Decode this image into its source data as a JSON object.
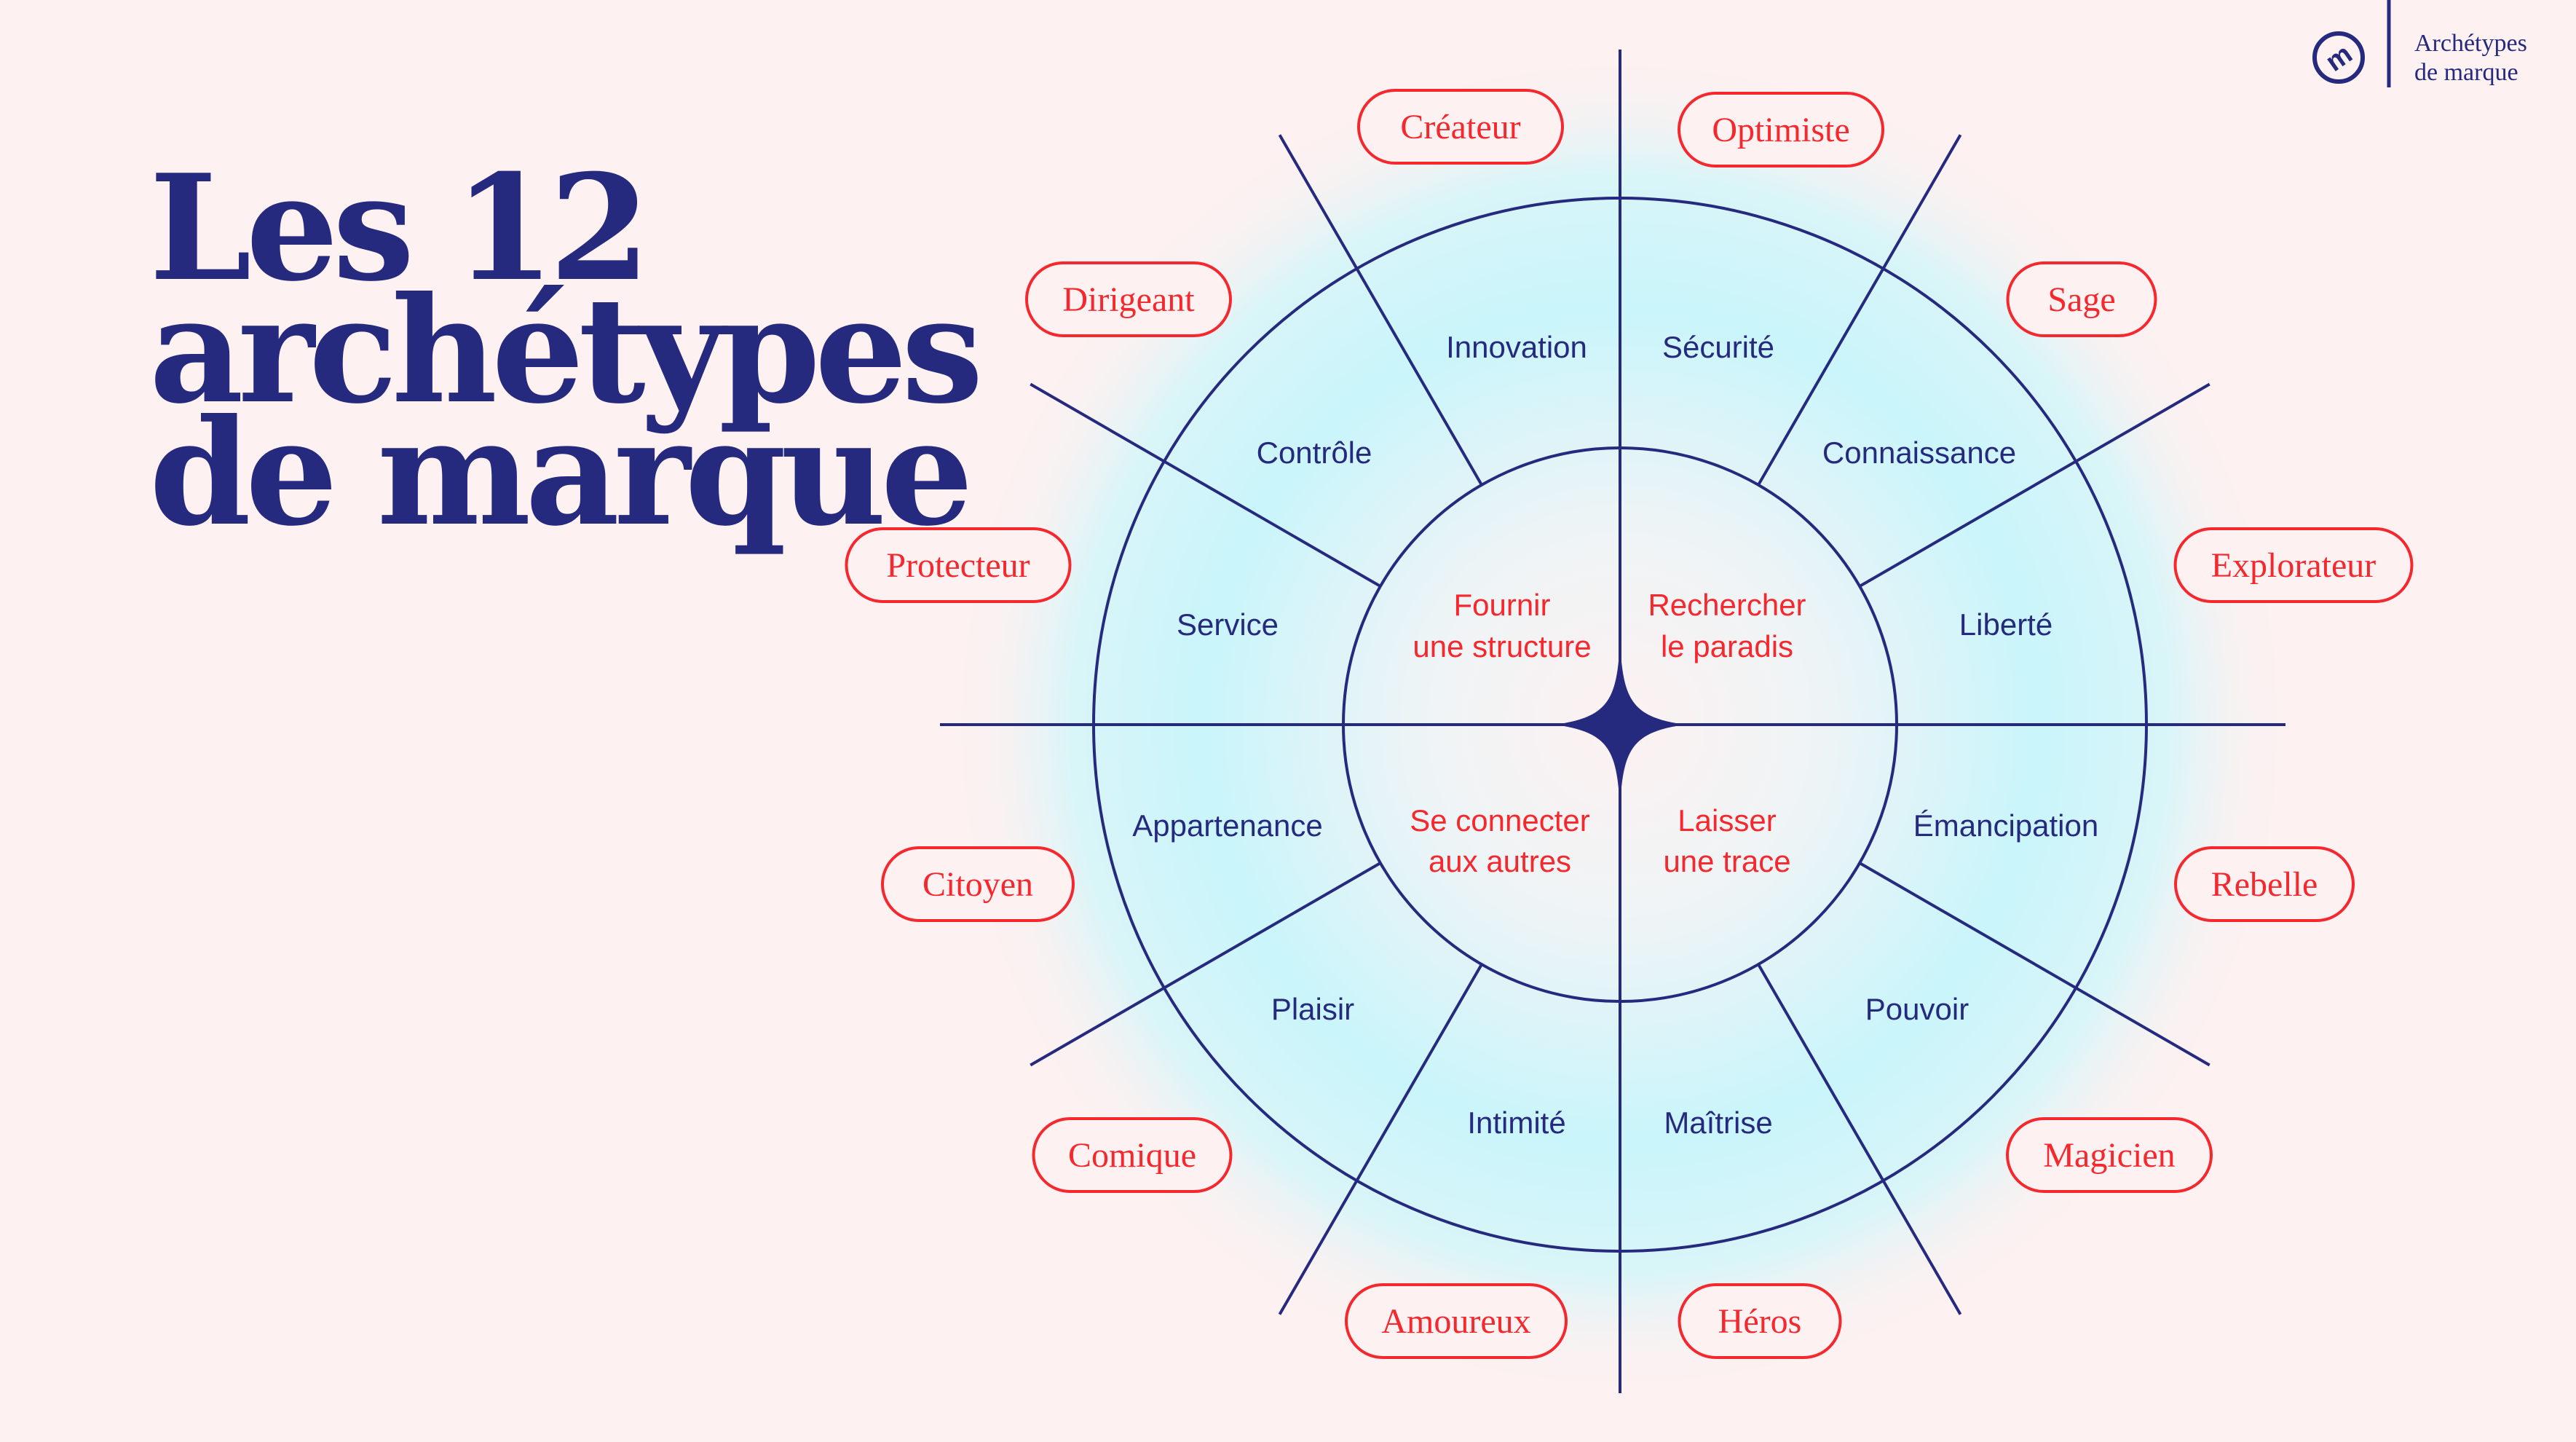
{
  "title": {
    "line1": "Les 12",
    "line2": "archétypes",
    "line3": "de marque"
  },
  "brand": {
    "line1": "Archétypes",
    "line2": "de marque",
    "logo_icon": "m-circle-logo"
  },
  "colors": {
    "navy": "#262a7f",
    "red": "#f5282e",
    "background": "#fdf1f1",
    "glow": "#c9f5fb"
  },
  "core_motivations": [
    {
      "line1": "Fournir",
      "line2": "une structure"
    },
    {
      "line1": "Rechercher",
      "line2": "le paradis"
    },
    {
      "line1": "Se connecter",
      "line2": "aux autres"
    },
    {
      "line1": "Laisser",
      "line2": "une trace"
    }
  ],
  "values": [
    "Innovation",
    "Sécurité",
    "Contrôle",
    "Connaissance",
    "Service",
    "Liberté",
    "Appartenance",
    "Émancipation",
    "Plaisir",
    "Pouvoir",
    "Intimité",
    "Maîtrise"
  ],
  "archetypes": [
    "Créateur",
    "Optimiste",
    "Dirigeant",
    "Sage",
    "Protecteur",
    "Explorateur",
    "Citoyen",
    "Rebelle",
    "Comique",
    "Magicien",
    "Amoureux",
    "Héros"
  ]
}
